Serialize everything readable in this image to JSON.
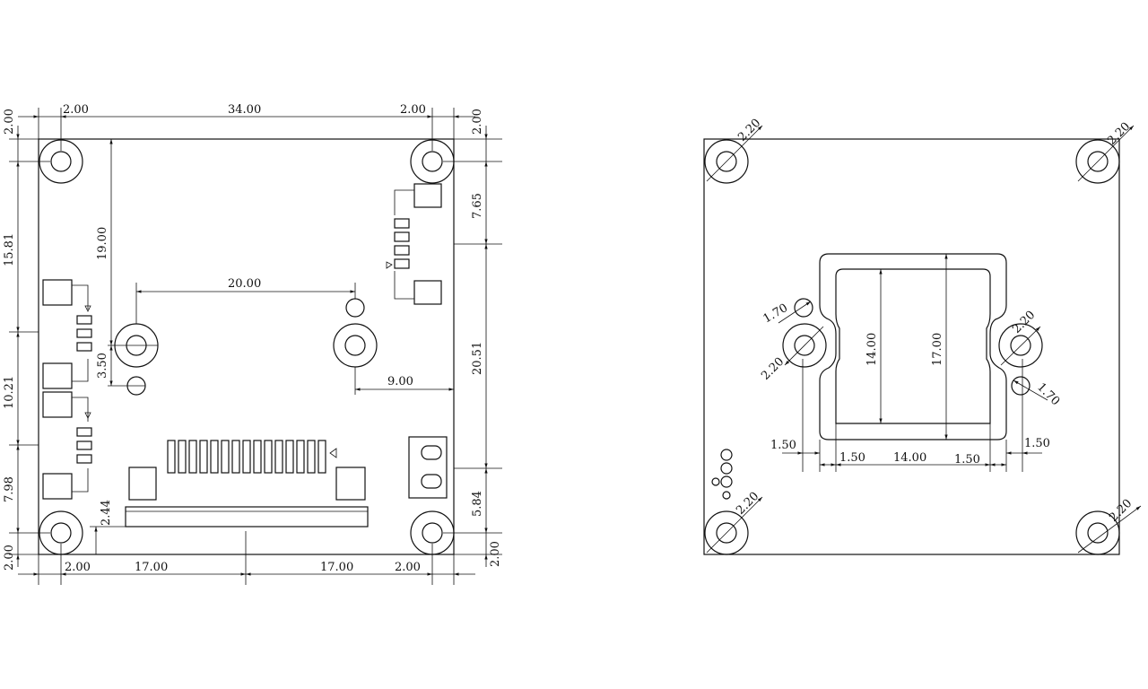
{
  "front_view": {
    "top": {
      "left_margin": "2.00",
      "overall_width": "34.00",
      "right_margin": "2.00"
    },
    "left_side": {
      "top_margin": "2.00",
      "upper_section": "15.81",
      "middle_section": "10.21",
      "lower_section": "7.98",
      "bottom_margin": "2.00"
    },
    "right_side": {
      "top_margin": "2.00",
      "upper_section": "7.65",
      "middle_section": "20.51",
      "lower_section": "5.84",
      "bottom_margin": "2.00"
    },
    "bottom": {
      "left_margin": "2.00",
      "left_half": "17.00",
      "right_half": "17.00",
      "right_margin": "2.00"
    },
    "inner": {
      "hole_spacing": "20.00",
      "hole_height": "19.00",
      "hole_offset": "3.50",
      "right_offset": "9.00",
      "connector_height": "2.44"
    }
  },
  "back_view": {
    "corner_holes": [
      "2.20",
      "2.20",
      "2.20",
      "2.20"
    ],
    "side_holes": [
      "2.20",
      "2.20"
    ],
    "small_holes": [
      "1.70",
      "1.70"
    ],
    "window_height_inner": "14.00",
    "window_height_outer": "17.00",
    "bottom_dims": {
      "left_outer": "1.50",
      "left_inner": "1.50",
      "window_width": "14.00",
      "right_inner": "1.50",
      "right_outer": "1.50"
    }
  }
}
